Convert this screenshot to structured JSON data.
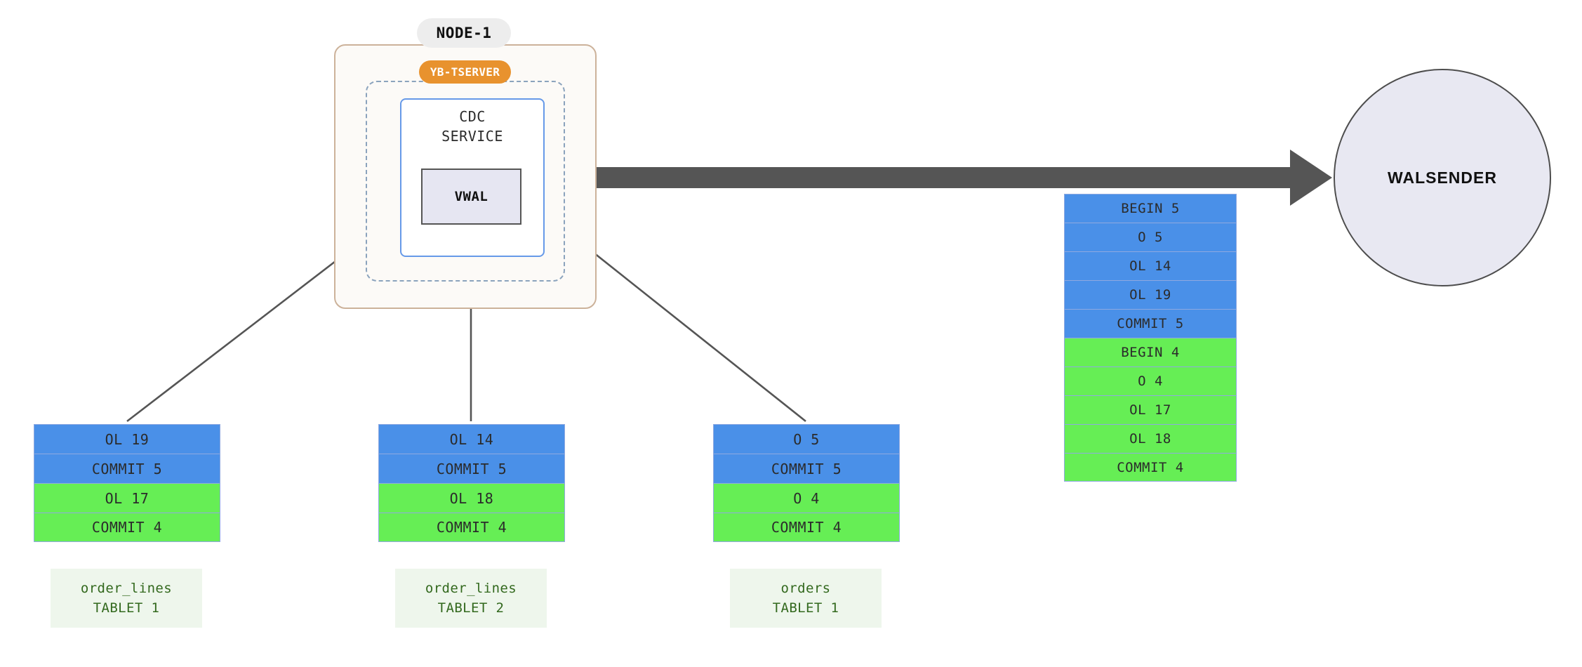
{
  "node": {
    "label": "NODE-1",
    "tserver_label": "YB-TSERVER",
    "cdc_service_label": "CDC\nSERVICE",
    "cdc_service_line1": "CDC",
    "cdc_service_line2": "SERVICE",
    "vwal_label": "VWAL"
  },
  "walsender": {
    "label": "WALSENDER"
  },
  "colors": {
    "txn5_blue": "#4a90e8",
    "txn4_green": "#66ee55",
    "record_border": "#8fa9e0",
    "node_border": "#ccb29a",
    "node_fill": "#fcfaf7",
    "tserver_orange": "#e8922e",
    "cdc_border": "#6699e8",
    "vwal_fill": "#e6e6f2",
    "vwal_border": "#555555",
    "walsender_fill": "#e8e8f2",
    "walsender_border": "#4d4d4d",
    "arrow_gray": "#555555",
    "caption_bg": "#eef6ec",
    "caption_text": "#33691e",
    "dashed_border": "#8ba3bd",
    "node_pill_bg": "#ededed"
  },
  "tablets": [
    {
      "table": "order_lines",
      "tablet": "TABLET 1",
      "records": [
        {
          "label": "OL 19",
          "txn": "blue"
        },
        {
          "label": "COMMIT 5",
          "txn": "blue"
        },
        {
          "label": "OL 17",
          "txn": "green"
        },
        {
          "label": "COMMIT 4",
          "txn": "green"
        }
      ]
    },
    {
      "table": "order_lines",
      "tablet": "TABLET 2",
      "records": [
        {
          "label": "OL 14",
          "txn": "blue"
        },
        {
          "label": "COMMIT 5",
          "txn": "blue"
        },
        {
          "label": "OL 18",
          "txn": "green"
        },
        {
          "label": "COMMIT 4",
          "txn": "green"
        }
      ]
    },
    {
      "table": "orders",
      "tablet": "TABLET 1",
      "records": [
        {
          "label": "O 5",
          "txn": "blue"
        },
        {
          "label": "COMMIT 5",
          "txn": "blue"
        },
        {
          "label": "O 4",
          "txn": "green"
        },
        {
          "label": "COMMIT 4",
          "txn": "green"
        }
      ]
    }
  ],
  "wal_stream": {
    "records": [
      {
        "label": "BEGIN 5",
        "txn": "blue"
      },
      {
        "label": "O 5",
        "txn": "blue"
      },
      {
        "label": "OL 14",
        "txn": "blue"
      },
      {
        "label": "OL 19",
        "txn": "blue"
      },
      {
        "label": "COMMIT 5",
        "txn": "blue"
      },
      {
        "label": "BEGIN 4",
        "txn": "green"
      },
      {
        "label": "O 4",
        "txn": "green"
      },
      {
        "label": "OL 17",
        "txn": "green"
      },
      {
        "label": "OL 18",
        "txn": "green"
      },
      {
        "label": "COMMIT 4",
        "txn": "green"
      }
    ]
  }
}
